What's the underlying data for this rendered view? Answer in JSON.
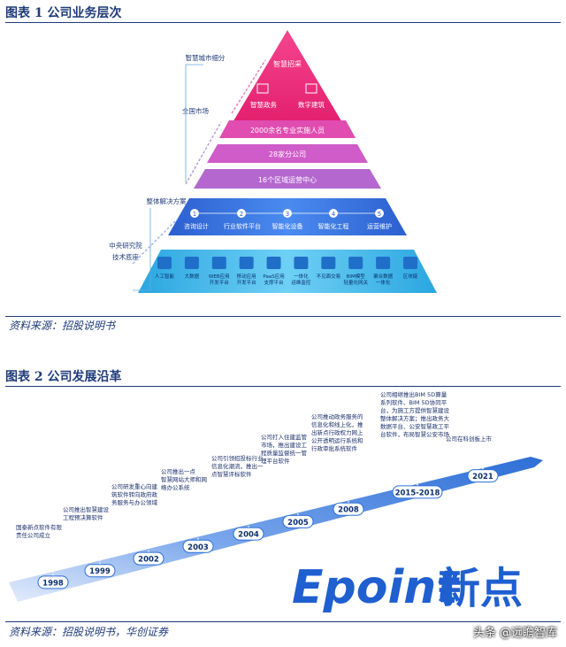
{
  "figure1": {
    "title": "图表 1  公司业务层次",
    "source": "资料来源：招股说明书",
    "apex": {
      "label": "智慧招采"
    },
    "apex_sub": [
      "智慧政务",
      "数字建筑"
    ],
    "tiers": [
      "2000余名专业实施人员",
      "28家分公司",
      "16个区域运营中心"
    ],
    "left_labels": [
      "智慧城市细分",
      "全国市场",
      "整体解决方案",
      "中央研究院",
      "技术底座"
    ],
    "solutions": [
      {
        "num": "1",
        "label": "咨询设计"
      },
      {
        "num": "2",
        "label": "行业软件平台"
      },
      {
        "num": "3",
        "label": "智能化设备"
      },
      {
        "num": "4",
        "label": "智能化工程"
      },
      {
        "num": "5",
        "label": "运营维护"
      }
    ],
    "tech": [
      {
        "label": "人工智能"
      },
      {
        "label": "大数据"
      },
      {
        "label": "WEB应用\n开发平台"
      },
      {
        "label": "移动应用\n开发平台"
      },
      {
        "label": "PaaS应用\n支撑平台"
      },
      {
        "label": "一体化\n运维监控"
      },
      {
        "label": "不见面交易"
      },
      {
        "label": "BIM模型\n轻量化网关"
      },
      {
        "label": "聚合数据\n一体化"
      },
      {
        "label": "区块链"
      }
    ],
    "colors": {
      "apex": "#ec2f7b",
      "tier": "#c85ac8",
      "solution": "#3a6fd8",
      "tech": "#33b4e6"
    }
  },
  "figure2": {
    "title": "图表 2  公司发展沿革",
    "source": "资料来源：招股说明书，华创证券",
    "years": [
      "1998",
      "1999",
      "2002",
      "2003",
      "2004",
      "2005",
      "2008",
      "2015-2018",
      "2021"
    ],
    "notes": [
      "国泰新点软件有限\n责任公司成立",
      "公司推出智慧建设\n工程预决算软件",
      "公司研发重心向建\n筑软件转向政府政\n务服务与办公领域",
      "公司推出一点\n智慧网站大师和网\n络办公系统",
      "公司引领招投标行业\n信息化潮流，推出一\n点智慧评标软件",
      "公司打入住建监管\n市场，推出建设工\n程质量监督统一管\n理平台软件",
      "公司推动政务服务的\n信息化和线上化，推\n出新点行政权力网上\n公开透明运行系统和\n行政审批系统软件",
      "公司相继推出BIM 5D算量\n系列软件、BIM 5D协同平\n台，为施工方提供智慧建设\n整体解决方案；推出政务大\n数据平台、公安智慧政工平\n台软件，布局智慧公安市场",
      "公司在科创板上市"
    ],
    "logo_latin": "Epoint",
    "logo_cn": "新点",
    "colors": {
      "ribbon": "#2d6fd6",
      "logo": "#1f5fd0"
    }
  },
  "watermark": "头条 @远瞻智库"
}
